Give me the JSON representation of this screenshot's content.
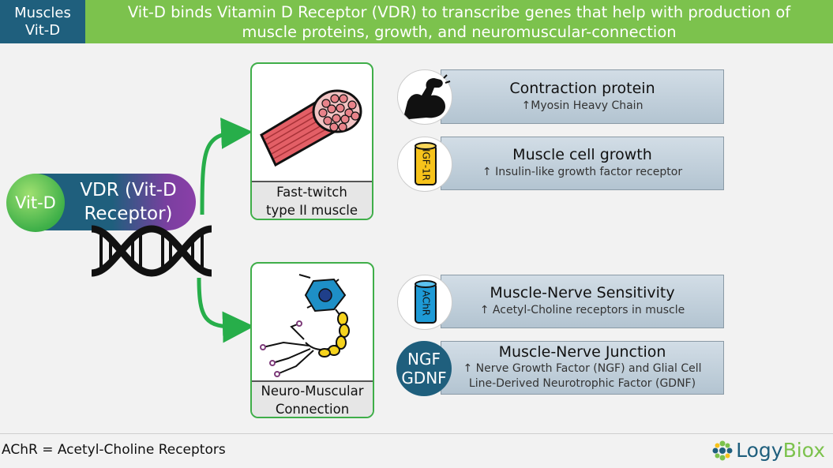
{
  "header": {
    "tag_line1": "Muscles",
    "tag_line2": "Vit-D",
    "title_line1": "Vit-D binds Vitamin D Receptor (VDR) to transcribe genes that help with production of",
    "title_line2": "muscle proteins, growth, and neuromuscular-connection"
  },
  "receptor": {
    "vitd_label": "Vit-D",
    "vdr_line1": "VDR (Vit-D",
    "vdr_line2": "Receptor)"
  },
  "cards": {
    "fast_line1": "Fast-twitch",
    "fast_line2": "type II muscle",
    "neuro_line1": "Neuro-Muscular",
    "neuro_line2": "Connection"
  },
  "effects": [
    {
      "title": "Contraction protein",
      "subtitle": "↑Myosin Heavy Chain"
    },
    {
      "title": "Muscle cell growth",
      "subtitle": "↑ Insulin-like growth factor receptor",
      "icon_label": "IGF-1R"
    },
    {
      "title": "Muscle-Nerve Sensitivity",
      "subtitle": "↑ Acetyl-Choline receptors in muscle",
      "icon_label": "AChR"
    },
    {
      "title": "Muscle-Nerve Junction",
      "subtitle_line1": "↑ Nerve Growth Factor (NGF) and Glial Cell",
      "subtitle_line2": "Line-Derived Neurotrophic Factor (GDNF)",
      "icon_line1": "NGF",
      "icon_line2": "GDNF"
    }
  ],
  "icons": [
    "flexed-arm-icon",
    "igf1r-cylinder-icon",
    "achr-cylinder-icon",
    "dna-helix-icon",
    "muscle-fiber-icon",
    "neuron-icon"
  ],
  "footer": {
    "note": "AChR = Acetyl-Choline Receptors",
    "logo_part1": "Logy",
    "logo_part2": "Biox"
  },
  "colors": {
    "header_dark": "#1f5f7d",
    "header_green": "#7cc24d",
    "card_border": "#3fae49",
    "arrow_green": "#27ae4a"
  }
}
